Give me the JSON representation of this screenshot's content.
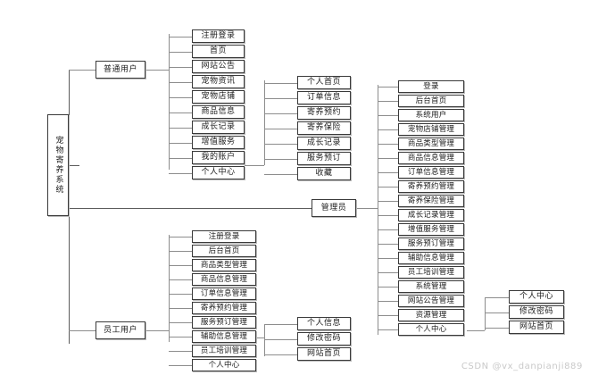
{
  "diagram": {
    "title": "宠物寄养系统",
    "root": {
      "label": "宠物寄养系统"
    },
    "roles": {
      "regular_user": "普通用户",
      "admin": "管理员",
      "staff_user": "员工用户"
    },
    "columns": {
      "regular_user_menu": [
        "注册登录",
        "首页",
        "网站公告",
        "宠物资讯",
        "宠物店铺",
        "商品信息",
        "成长记录",
        "增值服务",
        "我的账户",
        "个人中心"
      ],
      "regular_user_center": [
        "个人首页",
        "订单信息",
        "寄养预约",
        "寄养保险",
        "成长记录",
        "服务预订",
        "收藏"
      ],
      "admin_menu": [
        "登录",
        "后台首页",
        "系统用户",
        "宠物店铺管理",
        "商品类型管理",
        "商品信息管理",
        "订单信息管理",
        "寄养预约管理",
        "寄养保险管理",
        "成长记录管理",
        "增值服务管理",
        "服务预订管理",
        "辅助信息管理",
        "员工培训管理",
        "系统管理",
        "网站公告管理",
        "资源管理",
        "个人中心"
      ],
      "admin_center": [
        "个人中心",
        "修改密码",
        "网站首页"
      ],
      "staff_menu": [
        "注册登录",
        "后台首页",
        "商品类型管理",
        "商品信息管理",
        "订单信息管理",
        "寄养预约管理",
        "服务预订管理",
        "辅助信息管理",
        "员工培训管理",
        "个人中心"
      ],
      "staff_center": [
        "个人信息",
        "修改密码",
        "网站首页"
      ]
    }
  },
  "watermark": "CSDN @vx_danpianji889"
}
